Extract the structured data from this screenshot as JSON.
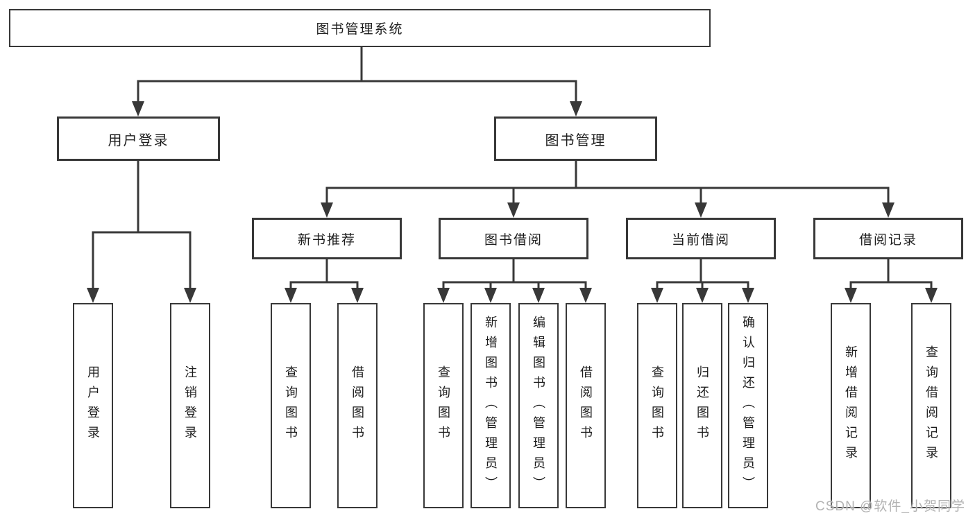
{
  "diagram": {
    "root": "图书管理系统",
    "branches": [
      {
        "label": "用户登录",
        "children": [
          "用户登录",
          "注销登录"
        ]
      },
      {
        "label": "图书管理",
        "sections": [
          {
            "label": "新书推荐",
            "children": [
              "查询图书",
              "借阅图书"
            ]
          },
          {
            "label": "图书借阅",
            "children": [
              "查询图书",
              "新增图书（管理员）",
              "编辑图书（管理员）",
              "借阅图书"
            ]
          },
          {
            "label": "当前借阅",
            "children": [
              "查询图书",
              "归还图书",
              "确认归还（管理员）"
            ]
          },
          {
            "label": "借阅记录",
            "children": [
              "新增借阅记录",
              "查询借阅记录"
            ]
          }
        ]
      }
    ]
  },
  "watermark": "CSDN @软件_小贺同学",
  "colors": {
    "line": "#383838",
    "text": "#1c1c1c",
    "watermark": "#b3b3b3"
  }
}
